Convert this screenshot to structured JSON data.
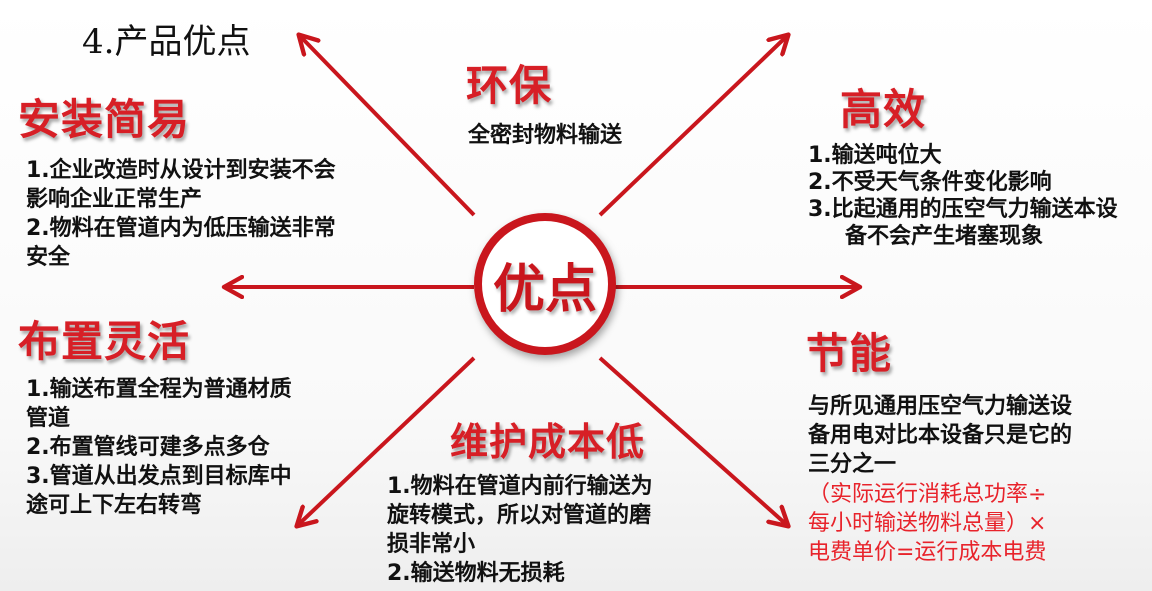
{
  "page_title": "4.产品优点",
  "center_label": "优点",
  "colors": {
    "accent": "#c9161d",
    "heading": "#d71f26",
    "formula": "#e8232b"
  },
  "sections": {
    "env": {
      "heading": "环保",
      "lines": [
        "全密封物料输送"
      ]
    },
    "efficient": {
      "heading": "高效",
      "lines": [
        "1.输送吨位大",
        "2.不受天气条件变化影响",
        "3.比起通用的压空气力输送本设",
        "备不会产生堵塞现象"
      ]
    },
    "install": {
      "heading": "安装简易",
      "lines": [
        "1.企业改造时从设计到安装不会",
        "影响企业正常生产",
        "2.物料在管道内为低压输送非常",
        "安全"
      ]
    },
    "layout": {
      "heading": "布置灵活",
      "lines": [
        "1.输送布置全程为普通材质",
        "管道",
        "2.布置管线可建多点多仓",
        "3.管道从出发点到目标库中",
        "途可上下左右转弯"
      ]
    },
    "maintenance": {
      "heading": "维护成本低",
      "lines": [
        "1.物料在管道内前行输送为",
        "旋转模式，所以对管道的磨",
        "损非常小",
        "2.输送物料无损耗"
      ]
    },
    "energy": {
      "heading": "节能",
      "lines": [
        "与所见通用压空气力输送设",
        "备用电对比本设备只是它的",
        "三分之一"
      ],
      "formula": [
        "（实际运行消耗总功率÷",
        "每小时输送物料总量）×",
        "电费单价=运行成本电费"
      ]
    }
  }
}
